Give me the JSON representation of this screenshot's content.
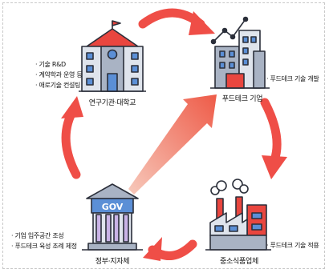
{
  "nodes": {
    "university": {
      "label": "연구기관·대학교"
    },
    "foodtech_company": {
      "label": "푸드테크 기업"
    },
    "sme_food": {
      "label": "중소식품업체"
    },
    "government": {
      "label": "정부·지자체",
      "sign": "GOV"
    }
  },
  "notes": {
    "university": [
      "· 기술 R&D",
      "· 계약학과 운영 등",
      "· 애로기술 컨설팅"
    ],
    "foodtech_company": [
      "· 푸드테크 기술 개발"
    ],
    "sme_food": [
      "· 푸드테크 기술 적용"
    ],
    "government": [
      "· 기업 입주공간 조성",
      "· 푸드테크 육성 조례 제정"
    ]
  },
  "colors": {
    "arrow": "#ef4e47",
    "center_arrow_start": "#f7b7a4",
    "center_arrow_end": "#ee5b48",
    "outline": "#2b2f3a",
    "building_gray": "#a9b3c4",
    "window_blue": "#5b8fd6",
    "roof_red": "#e9463f",
    "factory_red": "#e9463f"
  },
  "icons": [
    "university-icon",
    "office-building-icon",
    "factory-icon",
    "government-building-icon"
  ]
}
